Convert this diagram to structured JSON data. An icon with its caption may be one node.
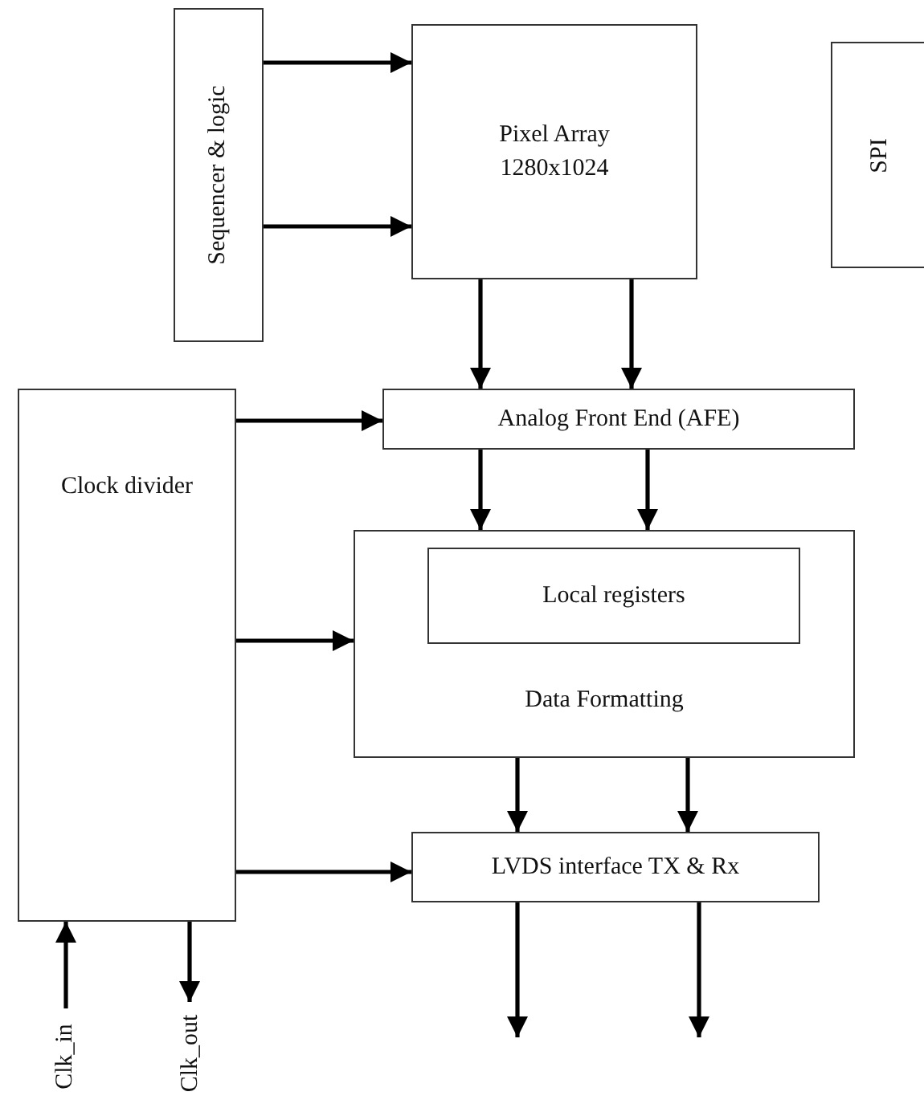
{
  "diagram": {
    "nodes": [
      {
        "text": [
          "Sequencer & logic"
        ]
      },
      {
        "text": [
          "Pixel Array",
          "1280x1024"
        ]
      },
      {
        "text": [
          "SPI"
        ]
      },
      {
        "text": [
          "Clock divider"
        ]
      },
      {
        "text": [
          "Analog Front End (AFE)"
        ]
      },
      {
        "text": [
          "Data Formatting"
        ]
      },
      {
        "text": [
          "Local registers"
        ],
        "in": 5
      },
      {
        "text": [
          "LVDS interface TX & Rx"
        ]
      },
      {
        "text": [
          "Clk_in"
        ]
      },
      {
        "text": [
          "Clk_out"
        ]
      }
    ],
    "edges": [
      {
        "from": 0,
        "to": 1,
        "arrow": "to"
      },
      {
        "from": 0,
        "to": 1,
        "arrow": "to"
      },
      {
        "from": 1,
        "to": 4,
        "arrow": "to"
      },
      {
        "from": 1,
        "to": 4,
        "arrow": "to"
      },
      {
        "from": 3,
        "to": 4,
        "arrow": "to"
      },
      {
        "from": 4,
        "to": 5,
        "arrow": "to"
      },
      {
        "from": 4,
        "to": 5,
        "arrow": "to"
      },
      {
        "from": 3,
        "to": 5,
        "arrow": "to"
      },
      {
        "from": 5,
        "to": 7,
        "arrow": "to"
      },
      {
        "from": 5,
        "to": 7,
        "arrow": "to"
      },
      {
        "from": 3,
        "to": 7,
        "arrow": "to"
      },
      {
        "from": 7,
        "to": null,
        "arrow": "to"
      },
      {
        "from": 7,
        "to": null,
        "arrow": "to"
      },
      {
        "from": 8,
        "to": 3,
        "arrow": "to"
      },
      {
        "from": 3,
        "to": 9,
        "arrow": "to"
      }
    ]
  }
}
